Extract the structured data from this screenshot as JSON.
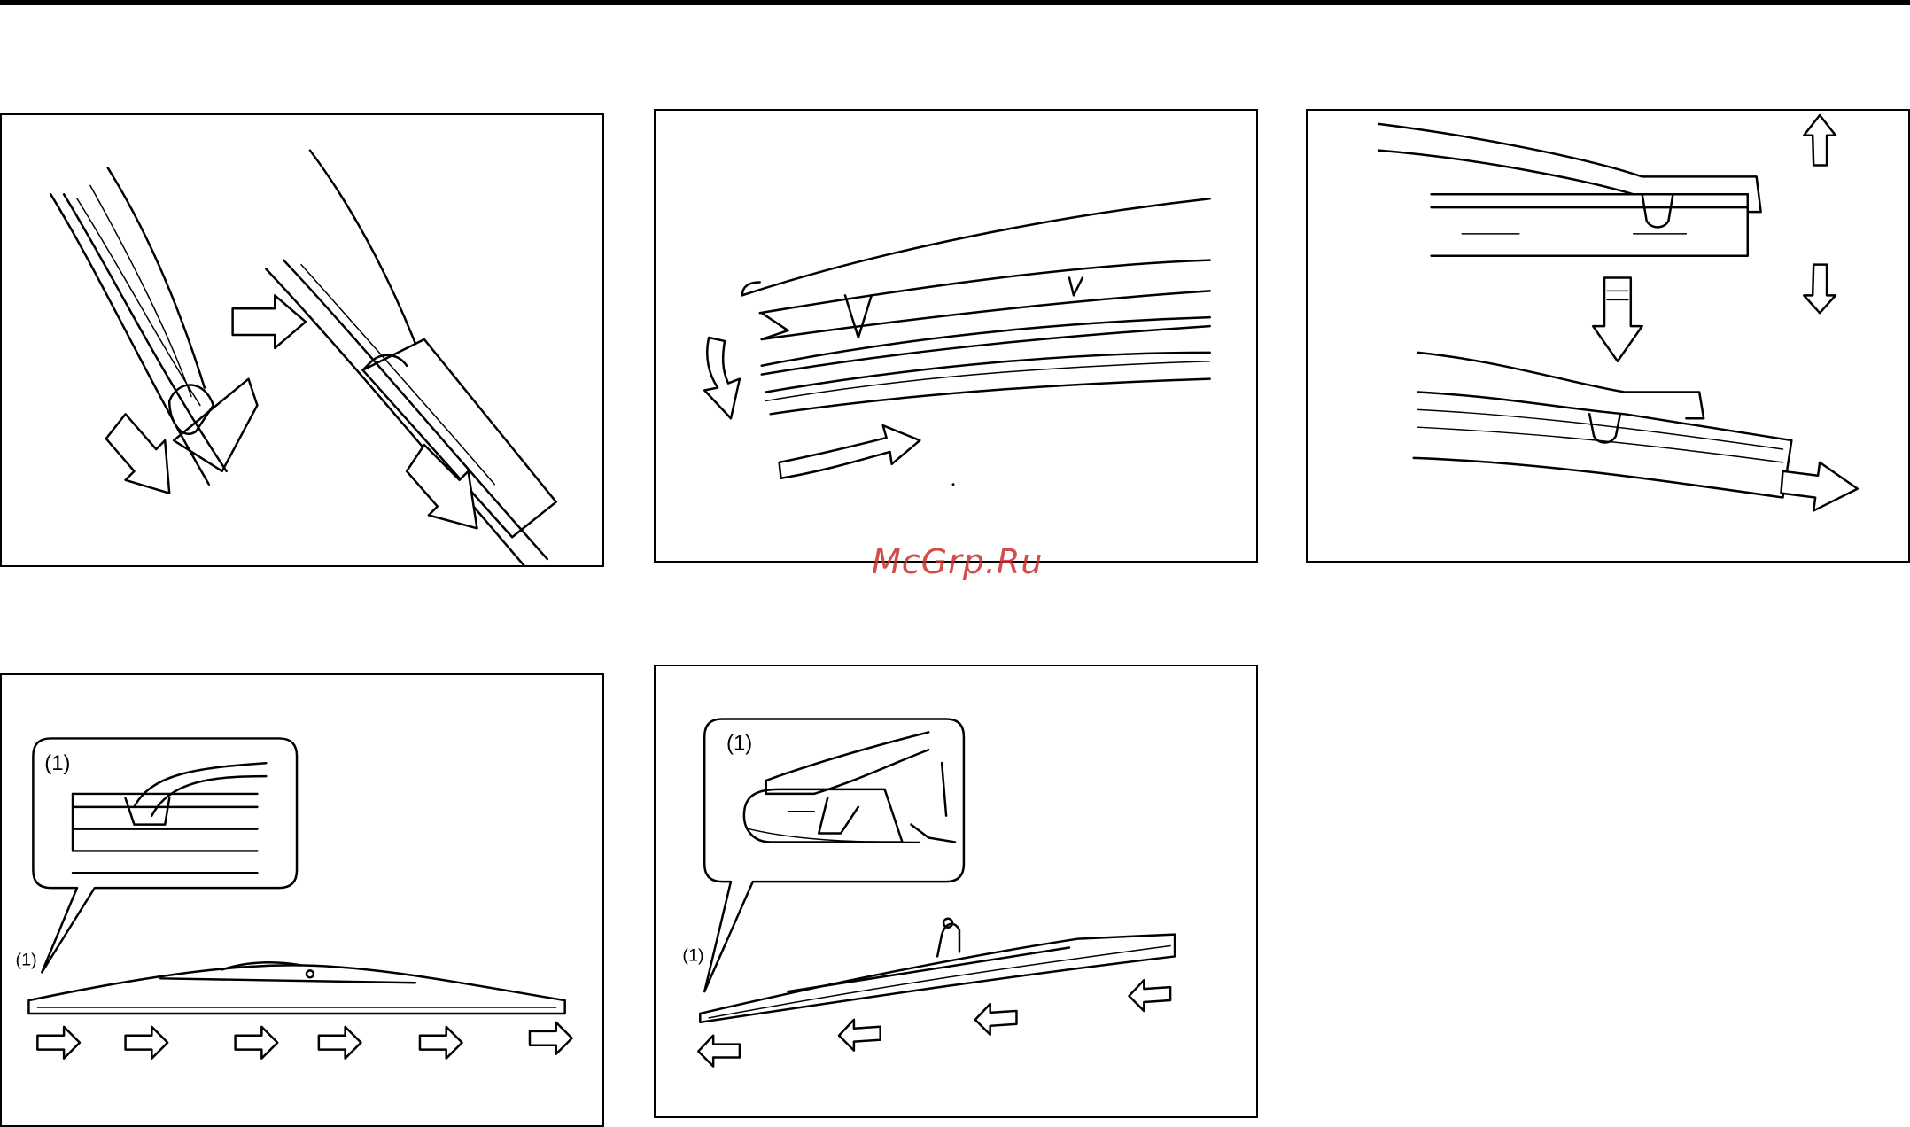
{
  "watermark": "McGrp.Ru",
  "figures": [
    {
      "id": "fig-1",
      "callout": ""
    },
    {
      "id": "fig-2",
      "callout": ""
    },
    {
      "id": "fig-3",
      "callout": ""
    },
    {
      "id": "fig-4",
      "callout": "(1)",
      "pointer": "(1)"
    },
    {
      "id": "fig-5",
      "callout": "(1)",
      "pointer": "(1)"
    }
  ]
}
